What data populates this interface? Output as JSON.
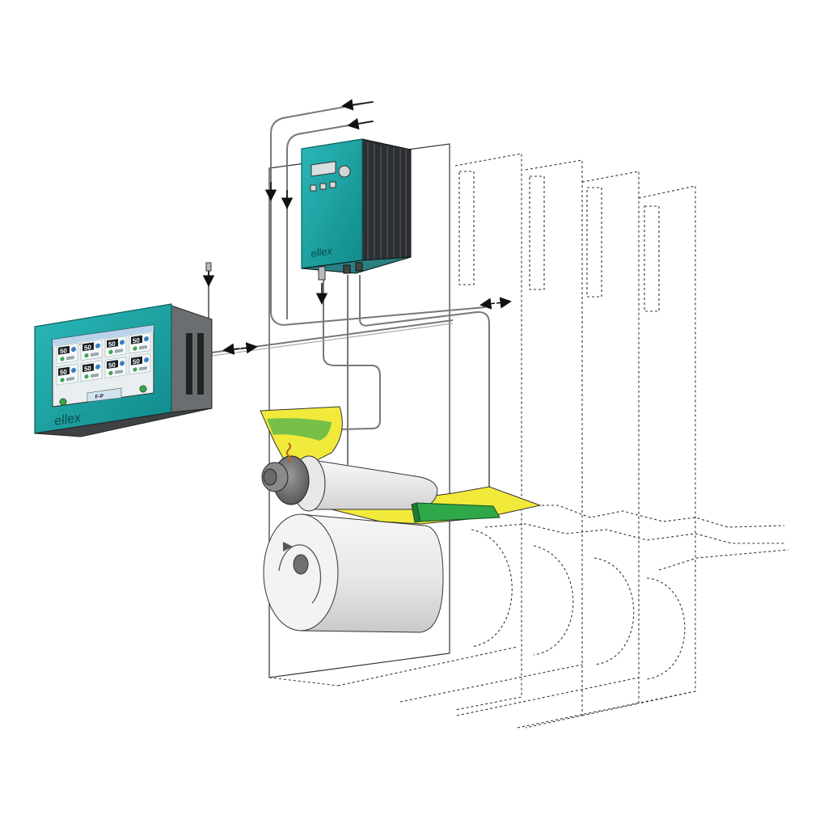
{
  "brand": {
    "controller_logo": "ellex",
    "panel_logo": "ellex"
  },
  "panel_screen": {
    "tiles": [
      {
        "value": "50"
      },
      {
        "value": "50"
      },
      {
        "value": "50"
      },
      {
        "value": "50"
      },
      {
        "value": "50"
      },
      {
        "value": "50"
      },
      {
        "value": "50"
      },
      {
        "value": "50"
      }
    ],
    "bottom_label": "F-P"
  },
  "colors": {
    "housing_teal": "#1aa3a3",
    "housing_teal_dark": "#0e7c7c",
    "heatsink_dark": "#2b2f33",
    "film_yellow": "#f2ea3a",
    "electrode_green": "#2fa84a",
    "roller_light": "#efefef",
    "roller_shade": "#bdbdbd",
    "cable_gray": "#8a8a8a"
  }
}
